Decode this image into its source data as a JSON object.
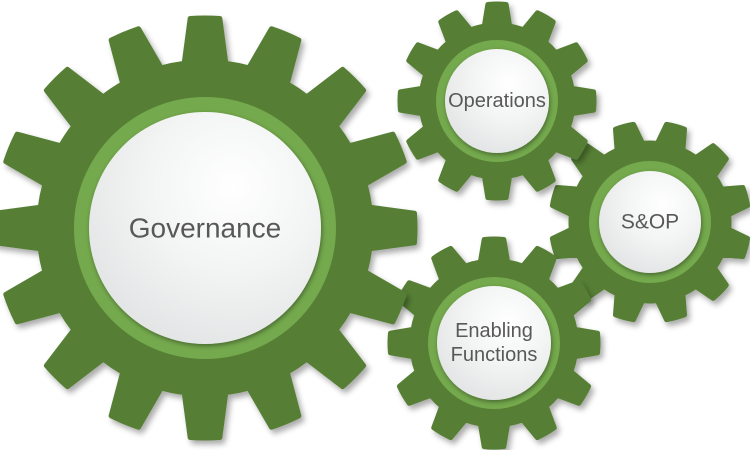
{
  "diagram": {
    "background_color": "#ffffff",
    "colors": {
      "gear_body": "#567f35",
      "gear_ring": "#74a94d",
      "face_highlight": "#ffffff",
      "face_mid": "#f3f4f4",
      "face_shade": "#e0e1e2",
      "label_text": "#595959"
    },
    "gears": [
      {
        "id": "governance",
        "label": "Governance",
        "lines": [
          "Governance"
        ]
      },
      {
        "id": "operations",
        "label": "Operations",
        "lines": [
          "Operations"
        ]
      },
      {
        "id": "s-and-op",
        "label": "S&OP",
        "lines": [
          "S&OP"
        ]
      },
      {
        "id": "enabling-functions",
        "label": "Enabling Functions",
        "lines": [
          "Enabling",
          "Functions"
        ]
      }
    ]
  }
}
